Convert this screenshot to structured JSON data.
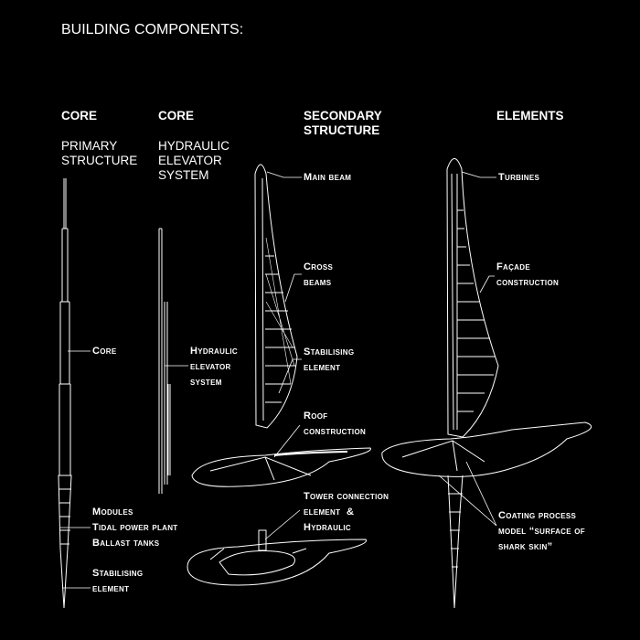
{
  "title": "BUILDING COMPONENTS:",
  "columns": {
    "core_primary": {
      "header": "CORE",
      "subtitle": [
        "PRIMARY",
        "STRUCTURE"
      ]
    },
    "core_hydraulic": {
      "header": "CORE",
      "subtitle": [
        "HYDRAULIC",
        "ELEVATOR",
        "SYSTEM"
      ]
    },
    "secondary": {
      "header": [
        "SECONDARY",
        "STRUCTURE"
      ]
    },
    "elements": {
      "header": "ELEMENTS"
    }
  },
  "callouts": {
    "core": [
      "Core"
    ],
    "modules": [
      "Modules",
      "Tidal power plant",
      "Ballast tanks"
    ],
    "stabilising_core": [
      "Stabilising",
      "element"
    ],
    "hydraulic": [
      "Hydraulic",
      "elevator",
      "system"
    ],
    "main_beam": [
      "Main beam"
    ],
    "cross_beams": [
      "Cross",
      "beams"
    ],
    "stabilising_secondary": [
      "Stabilising",
      "element"
    ],
    "roof": [
      "Roof",
      "construction"
    ],
    "tower_connection": [
      "Tower connection",
      "element  &",
      "Hydraulic"
    ],
    "turbines": [
      "Turbines"
    ],
    "facade": [
      "Façade",
      "construction"
    ],
    "coating": [
      "Coating process",
      "model “surface of",
      "shark skin”"
    ]
  },
  "colors": {
    "background": "#000000",
    "line": "#ffffff"
  }
}
